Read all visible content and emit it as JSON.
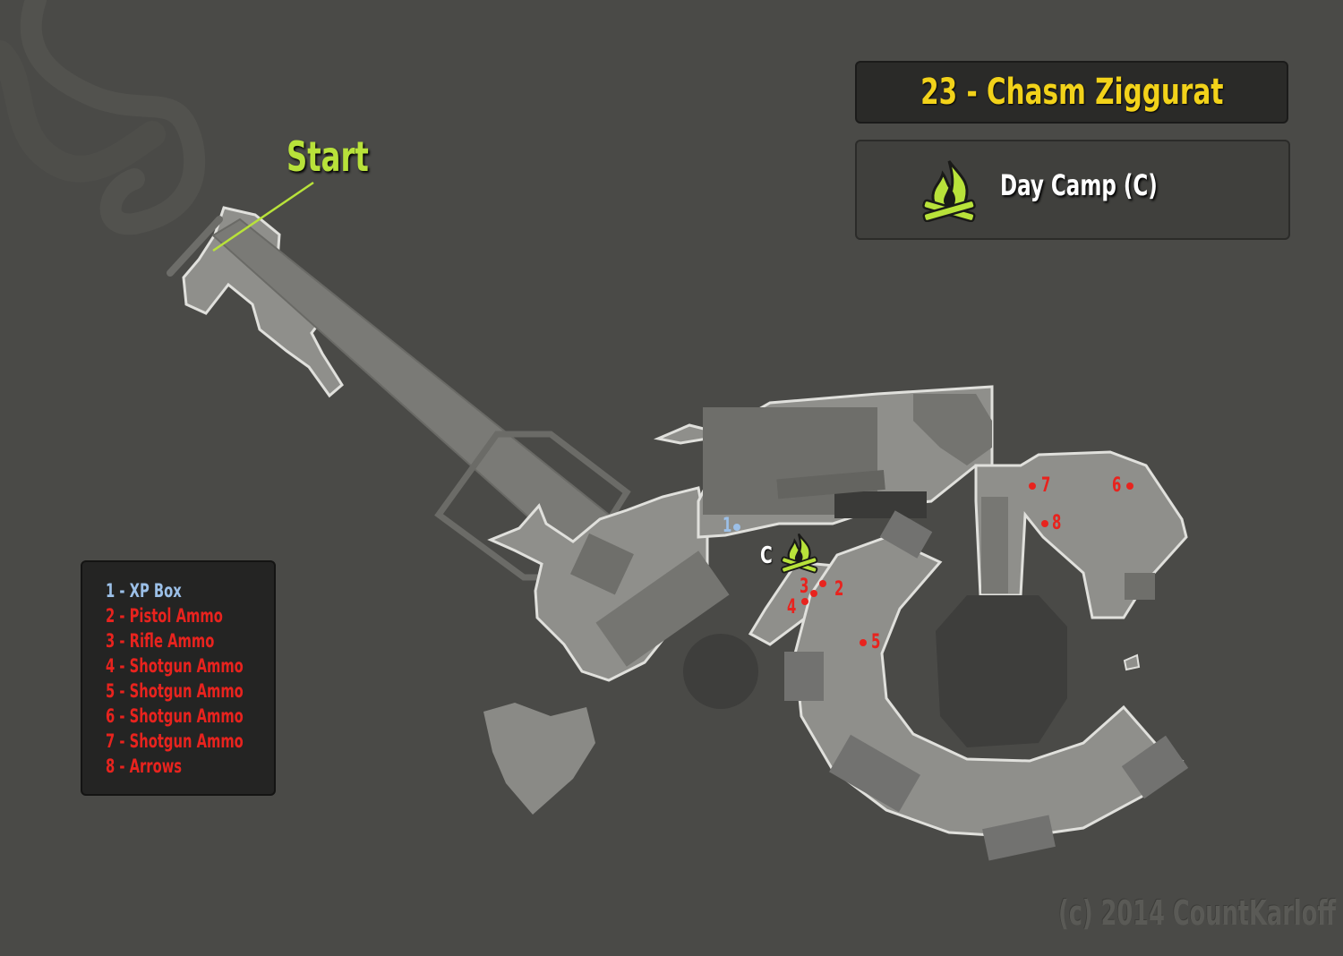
{
  "title": "23 - Chasm Ziggurat",
  "camp_key": {
    "label": "Day Camp (C)",
    "icon": "campfire-icon"
  },
  "start_label": "Start",
  "camp_marker": {
    "letter": "C",
    "icon": "campfire-icon"
  },
  "legend": [
    {
      "text": "1 - XP Box",
      "color": "#9cc0e8"
    },
    {
      "text": "2 - Pistol Ammo",
      "color": "#e8231e"
    },
    {
      "text": "3 - Rifle Ammo",
      "color": "#e8231e"
    },
    {
      "text": "4 - Shotgun Ammo",
      "color": "#e8231e"
    },
    {
      "text": "5 - Shotgun Ammo",
      "color": "#e8231e"
    },
    {
      "text": "6 - Shotgun Ammo",
      "color": "#e8231e"
    },
    {
      "text": "7 - Shotgun Ammo",
      "color": "#e8231e"
    },
    {
      "text": "8 - Arrows",
      "color": "#e8231e"
    }
  ],
  "map_numbers": [
    "1",
    "2",
    "3",
    "4",
    "5",
    "6",
    "7",
    "8"
  ],
  "copyright": "(c) 2014 CountKarloff",
  "colors": {
    "background": "#4a4a47",
    "title": "#f2d21a",
    "start": "#b8e23a",
    "campfire": "#b8e23a",
    "ammo": "#e8231e",
    "xp": "#9cc0e8"
  }
}
